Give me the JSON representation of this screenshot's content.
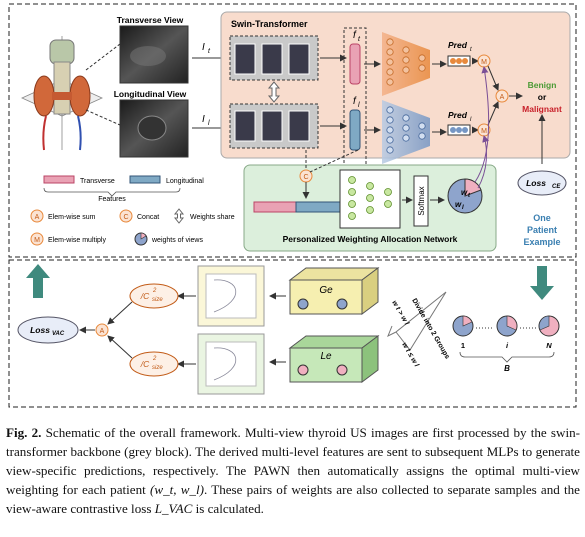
{
  "figure": {
    "transverse_view": "Transverse View",
    "longitudinal_view": "Longitudinal View",
    "swin_transformer": "Swin-Transformer",
    "it_label": "I",
    "it_sub": "t",
    "il_label": "I",
    "il_sub": "l",
    "ft_label": "f",
    "ft_sub": "t",
    "fl_label": "f",
    "fl_sub": "l",
    "pred_t": "Pred",
    "pred_t_sub": "t",
    "pred_l": "Pred",
    "pred_l_sub": "l",
    "benign": "Benign",
    "or": "or",
    "malignant": "Malignant",
    "softmax": "Softmax",
    "pawn_title": "Personalized Weighting Allocation Network",
    "loss_ce": "Loss",
    "loss_ce_sub": "CE",
    "one_patient_example": [
      "One",
      "Patient",
      "Example"
    ],
    "legend": {
      "transverse": "Transverse",
      "longitudinal": "Longitudinal",
      "features": "Features",
      "elem_sum": "Elem-wise sum",
      "concat": "Concat",
      "weights_share": "Weights share",
      "elem_multiply": "Elem-wise multiply",
      "weights_of_views": "weights of views"
    },
    "w_t": "w",
    "w_t_sub": "t",
    "w_l": "w",
    "w_l_sub": "l",
    "divide_into_groups": "Divide into 2 Groups",
    "wt_gt_wl": "w t > w l",
    "wt_le_wl": "w t ≤ w l",
    "ge_label": "Ge",
    "le_label": "Le",
    "c_size_label": "/C",
    "c_size_sub": "size",
    "c_size_sup": "2",
    "loss_vac": "Loss",
    "loss_vac_sub": "VAC",
    "pie_labels": [
      "1",
      "i",
      "N"
    ],
    "batch_label": "B",
    "circle_a": "A",
    "circle_m": "M",
    "circle_c": "C"
  },
  "caption": {
    "fig_label": "Fig. 2.",
    "text_1": " Schematic of the overall framework. Multi-view thyroid US images are first processed by the swin-transformer backbone (grey block). The derived multi-level features are sent to subsequent MLPs to generate view-specific predictions, respectively. The PAWN then automatically assigns the optimal multi-view weighting for each patient ",
    "pair": "(w_t, w_l)",
    "text_2": ". These pairs of weights are also collected to separate samples and the view-aware contrastive loss ",
    "loss_symbol": "L_VAC",
    "text_3": " is calculated."
  },
  "colors": {
    "swin_bg": "#f8dccd",
    "pawn_bg": "#dcefdc",
    "transverse": "#e9a2b4",
    "longitudinal": "#7fa9c4",
    "teal_arrow": "#3f8a7e",
    "orange": "#e8893c",
    "benign": "#4a9a34",
    "malignant": "#c8202a",
    "ge_box": "#f6efb0",
    "le_box": "#c6e8b9"
  }
}
